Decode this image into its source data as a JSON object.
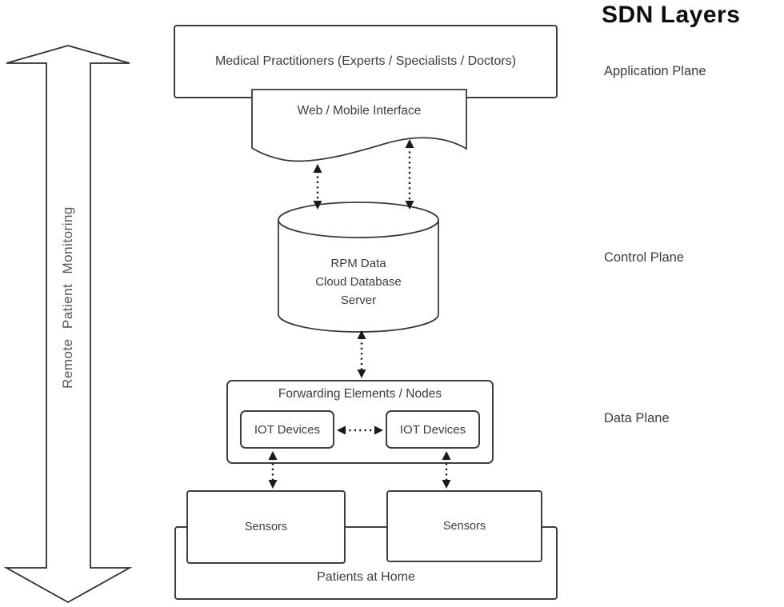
{
  "diagram": {
    "title": "SDN Layers",
    "rotated_label": "Remote Patient Monitoring",
    "planes": {
      "application": "Application Plane",
      "control": "Control Plane",
      "data": "Data Plane"
    },
    "nodes": {
      "practitioners": "Medical Practitioners (Experts / Specialists / Doctors)",
      "interface": "Web / Mobile Interface",
      "database_line1": "RPM Data",
      "database_line2": "Cloud Database",
      "database_line3": "Server",
      "forwarding": "Forwarding Elements / Nodes",
      "iot_left": "IOT Devices",
      "iot_right": "IOT Devices",
      "sensors_left": "Sensors",
      "sensors_right": "Sensors",
      "patients": "Patients at Home"
    },
    "colors": {
      "stroke": "#3e3e3e",
      "arrow": "#1a1a1a",
      "text": "#3d3d3d",
      "title": "#0d0d0d",
      "background": "#ffffff"
    }
  }
}
